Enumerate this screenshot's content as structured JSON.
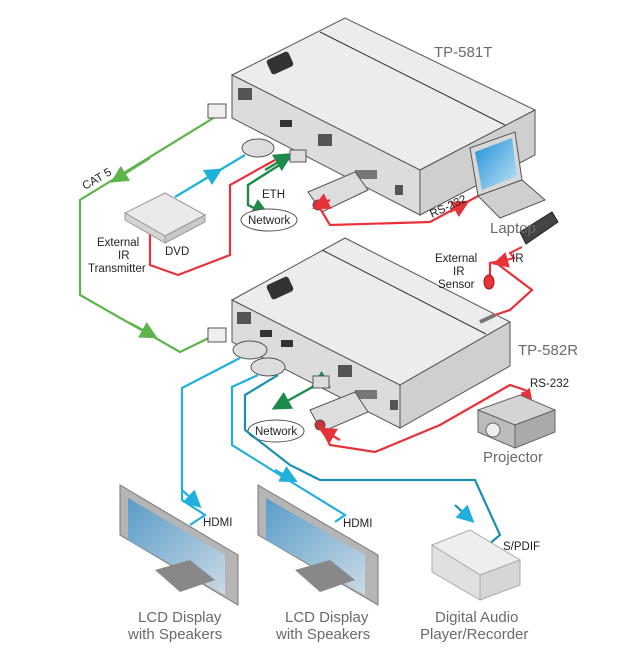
{
  "devices": {
    "transmitter": {
      "model": "TP-581T"
    },
    "receiver": {
      "model": "TP-582R"
    },
    "laptop": {
      "label": "Laptop"
    },
    "dvd": {
      "label": "DVD"
    },
    "projector": {
      "label": "Projector"
    },
    "display1": {
      "line1": "LCD Display",
      "line2": "with Speakers"
    },
    "display2": {
      "line1": "LCD Display",
      "line2": "with Speakers"
    },
    "audio": {
      "line1": "Digital Audio",
      "line2": "Player/Recorder"
    },
    "ir_transmitter": {
      "line1": "External",
      "line2": "IR",
      "line3": "Transmitter"
    },
    "ir_sensor": {
      "line1": "External",
      "line2": "IR",
      "line3": "Sensor"
    },
    "network_top": {
      "label": "Network"
    },
    "network_bottom": {
      "label": "Network"
    }
  },
  "connections": {
    "cat5": "CAT 5",
    "eth": "ETH",
    "rs232_top": "RS-232",
    "rs232_bottom": "RS-232",
    "ir": "IR",
    "hdmi1": "HDMI",
    "hdmi2": "HDMI",
    "spdif": "S/PDIF"
  },
  "colors": {
    "cat5": "#5db44a",
    "hdmi": "#1fb0dc",
    "spdif": "#1b8fb0",
    "ir_rs232": "#e8323a",
    "eth": "#1d8a4c",
    "device_body": "#e6e6e6"
  }
}
